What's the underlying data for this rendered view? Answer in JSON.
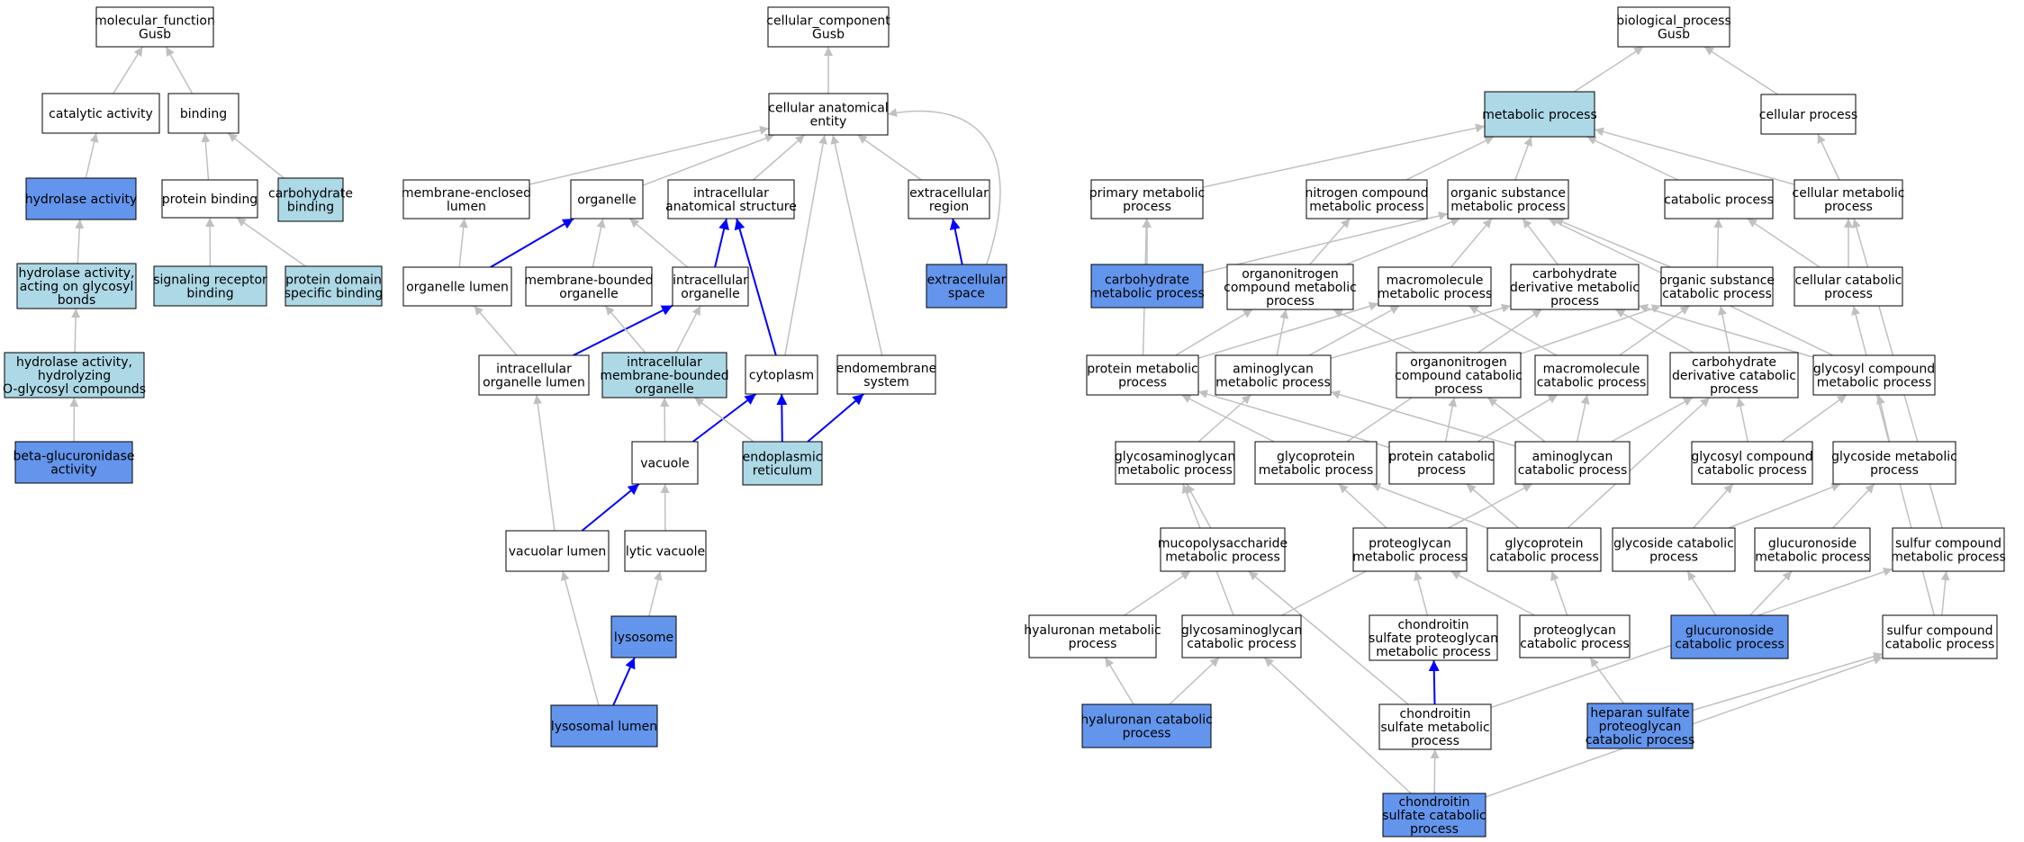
{
  "colors": {
    "edge_gray": "#c0c0c0",
    "edge_blue": "#0000ff",
    "fill_plain": "#ffffff",
    "fill_light": "#add8e6",
    "fill_dark": "#6495ed",
    "stroke": "#000000"
  },
  "nodes": [
    {
      "id": "mf",
      "lines": [
        "molecular_function",
        "Gusb"
      ],
      "fill": "plain"
    },
    {
      "id": "catalytic",
      "lines": [
        "catalytic activity"
      ],
      "fill": "plain"
    },
    {
      "id": "binding",
      "lines": [
        "binding"
      ],
      "fill": "plain"
    },
    {
      "id": "hydrolase",
      "lines": [
        "hydrolase activity"
      ],
      "fill": "dark"
    },
    {
      "id": "protbind",
      "lines": [
        "protein binding"
      ],
      "fill": "plain"
    },
    {
      "id": "carbbind",
      "lines": [
        "carbohydrate",
        "binding"
      ],
      "fill": "light"
    },
    {
      "id": "hydglyc",
      "lines": [
        "hydrolase activity,",
        "acting on glycosyl",
        "bonds"
      ],
      "fill": "light"
    },
    {
      "id": "sigrec",
      "lines": [
        "signaling receptor",
        "binding"
      ],
      "fill": "light"
    },
    {
      "id": "protdom",
      "lines": [
        "protein domain",
        "specific binding"
      ],
      "fill": "light"
    },
    {
      "id": "hydoglyc",
      "lines": [
        "hydrolase activity,",
        "hydrolyzing",
        "O-glycosyl compounds"
      ],
      "fill": "light"
    },
    {
      "id": "betagluc",
      "lines": [
        "beta-glucuronidase",
        "activity"
      ],
      "fill": "dark"
    },
    {
      "id": "cc",
      "lines": [
        "cellular_component",
        "Gusb"
      ],
      "fill": "plain"
    },
    {
      "id": "cae",
      "lines": [
        "cellular anatomical",
        "entity"
      ],
      "fill": "plain"
    },
    {
      "id": "memlumen",
      "lines": [
        "membrane-enclosed",
        "lumen"
      ],
      "fill": "plain"
    },
    {
      "id": "organelle",
      "lines": [
        "organelle"
      ],
      "fill": "plain"
    },
    {
      "id": "intraanat",
      "lines": [
        "intracellular",
        "anatomical structure"
      ],
      "fill": "plain"
    },
    {
      "id": "extreg",
      "lines": [
        "extracellular",
        "region"
      ],
      "fill": "plain"
    },
    {
      "id": "orglumen",
      "lines": [
        "organelle lumen"
      ],
      "fill": "plain"
    },
    {
      "id": "membound",
      "lines": [
        "membrane-bounded",
        "organelle"
      ],
      "fill": "plain"
    },
    {
      "id": "intraorg",
      "lines": [
        "intracellular",
        "organelle"
      ],
      "fill": "plain"
    },
    {
      "id": "extspace",
      "lines": [
        "extracellular",
        "space"
      ],
      "fill": "dark"
    },
    {
      "id": "intraorglumen",
      "lines": [
        "intracellular",
        "organelle lumen"
      ],
      "fill": "plain"
    },
    {
      "id": "intramem",
      "lines": [
        "intracellular",
        "membrane-bounded",
        "organelle"
      ],
      "fill": "light"
    },
    {
      "id": "cytoplasm",
      "lines": [
        "cytoplasm"
      ],
      "fill": "plain"
    },
    {
      "id": "endomem",
      "lines": [
        "endomembrane",
        "system"
      ],
      "fill": "plain"
    },
    {
      "id": "vacuole",
      "lines": [
        "vacuole"
      ],
      "fill": "plain"
    },
    {
      "id": "er",
      "lines": [
        "endoplasmic",
        "reticulum"
      ],
      "fill": "light"
    },
    {
      "id": "vaclumen",
      "lines": [
        "vacuolar lumen"
      ],
      "fill": "plain"
    },
    {
      "id": "lyticvac",
      "lines": [
        "lytic vacuole"
      ],
      "fill": "plain"
    },
    {
      "id": "lysosome",
      "lines": [
        "lysosome"
      ],
      "fill": "dark"
    },
    {
      "id": "lyslumen",
      "lines": [
        "lysosomal lumen"
      ],
      "fill": "dark"
    },
    {
      "id": "bp",
      "lines": [
        "biological_process",
        "Gusb"
      ],
      "fill": "plain"
    },
    {
      "id": "metab",
      "lines": [
        "metabolic process"
      ],
      "fill": "light"
    },
    {
      "id": "cellproc",
      "lines": [
        "cellular process"
      ],
      "fill": "plain"
    },
    {
      "id": "primmet",
      "lines": [
        "primary metabolic",
        "process"
      ],
      "fill": "plain"
    },
    {
      "id": "nitro",
      "lines": [
        "nitrogen compound",
        "metabolic process"
      ],
      "fill": "plain"
    },
    {
      "id": "orgsub",
      "lines": [
        "organic substance",
        "metabolic process"
      ],
      "fill": "plain"
    },
    {
      "id": "catab",
      "lines": [
        "catabolic process"
      ],
      "fill": "plain"
    },
    {
      "id": "cellmet",
      "lines": [
        "cellular metabolic",
        "process"
      ],
      "fill": "plain"
    },
    {
      "id": "carbmet",
      "lines": [
        "carbohydrate",
        "metabolic process"
      ],
      "fill": "dark"
    },
    {
      "id": "organoN",
      "lines": [
        "organonitrogen",
        "compound metabolic",
        "process"
      ],
      "fill": "plain"
    },
    {
      "id": "macromet",
      "lines": [
        "macromolecule",
        "metabolic process"
      ],
      "fill": "plain"
    },
    {
      "id": "carbderiv",
      "lines": [
        "carbohydrate",
        "derivative metabolic",
        "process"
      ],
      "fill": "plain"
    },
    {
      "id": "orgsubcat",
      "lines": [
        "organic substance",
        "catabolic process"
      ],
      "fill": "plain"
    },
    {
      "id": "cellcat",
      "lines": [
        "cellular catabolic",
        "process"
      ],
      "fill": "plain"
    },
    {
      "id": "protmet",
      "lines": [
        "protein metabolic",
        "process"
      ],
      "fill": "plain"
    },
    {
      "id": "aminoglymet",
      "lines": [
        "aminoglycan",
        "metabolic process"
      ],
      "fill": "plain"
    },
    {
      "id": "organoNcat",
      "lines": [
        "organonitrogen",
        "compound catabolic",
        "process"
      ],
      "fill": "plain"
    },
    {
      "id": "macrocat",
      "lines": [
        "macromolecule",
        "catabolic process"
      ],
      "fill": "plain"
    },
    {
      "id": "carbderivcat",
      "lines": [
        "carbohydrate",
        "derivative catabolic",
        "process"
      ],
      "fill": "plain"
    },
    {
      "id": "glycosylmet",
      "lines": [
        "glycosyl compound",
        "metabolic process"
      ],
      "fill": "plain"
    },
    {
      "id": "gagmet",
      "lines": [
        "glycosaminoglycan",
        "metabolic process"
      ],
      "fill": "plain"
    },
    {
      "id": "glycoprotmet",
      "lines": [
        "glycoprotein",
        "metabolic process"
      ],
      "fill": "plain"
    },
    {
      "id": "protcat",
      "lines": [
        "protein catabolic",
        "process"
      ],
      "fill": "plain"
    },
    {
      "id": "aminoglycat",
      "lines": [
        "aminoglycan",
        "catabolic process"
      ],
      "fill": "plain"
    },
    {
      "id": "glycosylcat",
      "lines": [
        "glycosyl compound",
        "catabolic process"
      ],
      "fill": "plain"
    },
    {
      "id": "glycosidemet",
      "lines": [
        "glycoside metabolic",
        "process"
      ],
      "fill": "plain"
    },
    {
      "id": "mucopoly",
      "lines": [
        "mucopolysaccharide",
        "metabolic process"
      ],
      "fill": "plain"
    },
    {
      "id": "pgmet",
      "lines": [
        "proteoglycan",
        "metabolic process"
      ],
      "fill": "plain"
    },
    {
      "id": "glycoprotcat",
      "lines": [
        "glycoprotein",
        "catabolic process"
      ],
      "fill": "plain"
    },
    {
      "id": "glycosidecat",
      "lines": [
        "glycoside catabolic",
        "process"
      ],
      "fill": "plain"
    },
    {
      "id": "glucuronmet",
      "lines": [
        "glucuronoside",
        "metabolic process"
      ],
      "fill": "plain"
    },
    {
      "id": "sulfurmet",
      "lines": [
        "sulfur compound",
        "metabolic process"
      ],
      "fill": "plain"
    },
    {
      "id": "hyamet",
      "lines": [
        "hyaluronan metabolic",
        "process"
      ],
      "fill": "plain"
    },
    {
      "id": "gagcat",
      "lines": [
        "glycosaminoglycan",
        "catabolic process"
      ],
      "fill": "plain"
    },
    {
      "id": "cspgmet",
      "lines": [
        "chondroitin",
        "sulfate proteoglycan",
        "metabolic process"
      ],
      "fill": "plain"
    },
    {
      "id": "pgcat",
      "lines": [
        "proteoglycan",
        "catabolic process"
      ],
      "fill": "plain"
    },
    {
      "id": "glucuroncat",
      "lines": [
        "glucuronoside",
        "catabolic process"
      ],
      "fill": "dark"
    },
    {
      "id": "sulfurcat",
      "lines": [
        "sulfur compound",
        "catabolic process"
      ],
      "fill": "plain"
    },
    {
      "id": "hyacat",
      "lines": [
        "hyaluronan catabolic",
        "process"
      ],
      "fill": "dark"
    },
    {
      "id": "csmet",
      "lines": [
        "chondroitin",
        "sulfate metabolic",
        "process"
      ],
      "fill": "plain"
    },
    {
      "id": "hspgcat",
      "lines": [
        "heparan sulfate",
        "proteoglycan",
        "catabolic process"
      ],
      "fill": "dark"
    },
    {
      "id": "cscat",
      "lines": [
        "chondroitin",
        "sulfate catabolic",
        "process"
      ],
      "fill": "dark"
    }
  ],
  "edges": [
    {
      "from": "catalytic",
      "to": "mf",
      "color": "gray"
    },
    {
      "from": "binding",
      "to": "mf",
      "color": "gray"
    },
    {
      "from": "hydrolase",
      "to": "catalytic",
      "color": "gray"
    },
    {
      "from": "protbind",
      "to": "binding",
      "color": "gray"
    },
    {
      "from": "carbbind",
      "to": "binding",
      "color": "gray"
    },
    {
      "from": "hydglyc",
      "to": "hydrolase",
      "color": "gray"
    },
    {
      "from": "sigrec",
      "to": "protbind",
      "color": "gray"
    },
    {
      "from": "protdom",
      "to": "protbind",
      "color": "gray"
    },
    {
      "from": "hydoglyc",
      "to": "hydglyc",
      "color": "gray"
    },
    {
      "from": "betagluc",
      "to": "hydoglyc",
      "color": "gray"
    },
    {
      "from": "cae",
      "to": "cc",
      "color": "gray"
    },
    {
      "from": "memlumen",
      "to": "cae",
      "color": "gray"
    },
    {
      "from": "organelle",
      "to": "cae",
      "color": "gray"
    },
    {
      "from": "intraanat",
      "to": "cae",
      "color": "gray"
    },
    {
      "from": "extreg",
      "to": "cae",
      "color": "gray"
    },
    {
      "from": "cytoplasm",
      "to": "cae",
      "color": "gray"
    },
    {
      "from": "endomem",
      "to": "cae",
      "color": "gray"
    },
    {
      "from": "extspace",
      "to": "cae",
      "color": "gray",
      "curve": true
    },
    {
      "from": "orglumen",
      "to": "memlumen",
      "color": "gray"
    },
    {
      "from": "orglumen",
      "to": "organelle",
      "color": "blue"
    },
    {
      "from": "membound",
      "to": "organelle",
      "color": "gray"
    },
    {
      "from": "intraorg",
      "to": "organelle",
      "color": "gray"
    },
    {
      "from": "intraorg",
      "to": "intraanat",
      "color": "blue"
    },
    {
      "from": "cytoplasm",
      "to": "intraanat",
      "color": "blue"
    },
    {
      "from": "extspace",
      "to": "extreg",
      "color": "blue"
    },
    {
      "from": "intraorglumen",
      "to": "orglumen",
      "color": "gray"
    },
    {
      "from": "intraorglumen",
      "to": "intraorg",
      "color": "blue"
    },
    {
      "from": "intramem",
      "to": "membound",
      "color": "gray"
    },
    {
      "from": "intramem",
      "to": "intraorg",
      "color": "gray"
    },
    {
      "from": "vacuole",
      "to": "intramem",
      "color": "gray"
    },
    {
      "from": "vacuole",
      "to": "cytoplasm",
      "color": "blue"
    },
    {
      "from": "er",
      "to": "intramem",
      "color": "gray"
    },
    {
      "from": "er",
      "to": "cytoplasm",
      "color": "blue"
    },
    {
      "from": "er",
      "to": "endomem",
      "color": "blue"
    },
    {
      "from": "vaclumen",
      "to": "intraorglumen",
      "color": "gray"
    },
    {
      "from": "vaclumen",
      "to": "vacuole",
      "color": "blue"
    },
    {
      "from": "lyticvac",
      "to": "vacuole",
      "color": "gray"
    },
    {
      "from": "lysosome",
      "to": "lyticvac",
      "color": "gray"
    },
    {
      "from": "lyslumen",
      "to": "vaclumen",
      "color": "gray"
    },
    {
      "from": "lyslumen",
      "to": "lysosome",
      "color": "blue"
    },
    {
      "from": "metab",
      "to": "bp",
      "color": "gray"
    },
    {
      "from": "cellproc",
      "to": "bp",
      "color": "gray"
    },
    {
      "from": "primmet",
      "to": "metab",
      "color": "gray"
    },
    {
      "from": "nitro",
      "to": "metab",
      "color": "gray"
    },
    {
      "from": "orgsub",
      "to": "metab",
      "color": "gray"
    },
    {
      "from": "catab",
      "to": "metab",
      "color": "gray"
    },
    {
      "from": "cellmet",
      "to": "metab",
      "color": "gray"
    },
    {
      "from": "cellmet",
      "to": "cellproc",
      "color": "gray"
    },
    {
      "from": "carbmet",
      "to": "primmet",
      "color": "gray"
    },
    {
      "from": "carbmet",
      "to": "orgsub",
      "color": "gray"
    },
    {
      "from": "organoN",
      "to": "nitro",
      "color": "gray"
    },
    {
      "from": "organoN",
      "to": "orgsub",
      "color": "gray"
    },
    {
      "from": "macromet",
      "to": "orgsub",
      "color": "gray"
    },
    {
      "from": "carbderiv",
      "to": "orgsub",
      "color": "gray"
    },
    {
      "from": "orgsubcat",
      "to": "orgsub",
      "color": "gray"
    },
    {
      "from": "orgsubcat",
      "to": "catab",
      "color": "gray"
    },
    {
      "from": "cellcat",
      "to": "catab",
      "color": "gray"
    },
    {
      "from": "cellcat",
      "to": "cellmet",
      "color": "gray"
    },
    {
      "from": "protmet",
      "to": "primmet",
      "color": "gray"
    },
    {
      "from": "protmet",
      "to": "organoN",
      "color": "gray"
    },
    {
      "from": "protmet",
      "to": "macromet",
      "color": "gray"
    },
    {
      "from": "aminoglymet",
      "to": "organoN",
      "color": "gray"
    },
    {
      "from": "aminoglymet",
      "to": "macromet",
      "color": "gray"
    },
    {
      "from": "aminoglymet",
      "to": "carbderiv",
      "color": "gray"
    },
    {
      "from": "organoNcat",
      "to": "organoN",
      "color": "gray"
    },
    {
      "from": "organoNcat",
      "to": "orgsubcat",
      "color": "gray"
    },
    {
      "from": "macrocat",
      "to": "macromet",
      "color": "gray"
    },
    {
      "from": "macrocat",
      "to": "orgsubcat",
      "color": "gray"
    },
    {
      "from": "carbderivcat",
      "to": "carbderiv",
      "color": "gray"
    },
    {
      "from": "carbderivcat",
      "to": "orgsubcat",
      "color": "gray"
    },
    {
      "from": "glycosylmet",
      "to": "orgsub",
      "color": "gray"
    },
    {
      "from": "glycosylmet",
      "to": "carbderiv",
      "color": "gray"
    },
    {
      "from": "gagmet",
      "to": "aminoglymet",
      "color": "gray"
    },
    {
      "from": "glycoprotmet",
      "to": "protmet",
      "color": "gray"
    },
    {
      "from": "glycoprotmet",
      "to": "carbderiv",
      "color": "gray"
    },
    {
      "from": "protcat",
      "to": "organoNcat",
      "color": "gray"
    },
    {
      "from": "protcat",
      "to": "macrocat",
      "color": "gray"
    },
    {
      "from": "protcat",
      "to": "protmet",
      "color": "gray"
    },
    {
      "from": "aminoglycat",
      "to": "aminoglymet",
      "color": "gray"
    },
    {
      "from": "aminoglycat",
      "to": "macrocat",
      "color": "gray"
    },
    {
      "from": "aminoglycat",
      "to": "carbderivcat",
      "color": "gray"
    },
    {
      "from": "aminoglycat",
      "to": "organoNcat",
      "color": "gray"
    },
    {
      "from": "glycosylcat",
      "to": "glycosylmet",
      "color": "gray"
    },
    {
      "from": "glycosylcat",
      "to": "carbderivcat",
      "color": "gray"
    },
    {
      "from": "glycosidemet",
      "to": "glycosylmet",
      "color": "gray"
    },
    {
      "from": "mucopoly",
      "to": "gagmet",
      "color": "gray"
    },
    {
      "from": "pgmet",
      "to": "glycoprotmet",
      "color": "gray"
    },
    {
      "from": "glycoprotcat",
      "to": "glycoprotmet",
      "color": "gray"
    },
    {
      "from": "glycoprotcat",
      "to": "protcat",
      "color": "gray"
    },
    {
      "from": "glycoprotcat",
      "to": "carbderivcat",
      "color": "gray"
    },
    {
      "from": "glycosidecat",
      "to": "glycosidemet",
      "color": "gray"
    },
    {
      "from": "glycosidecat",
      "to": "glycosylcat",
      "color": "gray"
    },
    {
      "from": "glucuronmet",
      "to": "glycosidemet",
      "color": "gray"
    },
    {
      "from": "sulfurmet",
      "to": "cellmet",
      "color": "gray"
    },
    {
      "from": "hyamet",
      "to": "mucopoly",
      "color": "gray"
    },
    {
      "from": "gagcat",
      "to": "gagmet",
      "color": "gray"
    },
    {
      "from": "gagcat",
      "to": "aminoglycat",
      "color": "gray"
    },
    {
      "from": "cspgmet",
      "to": "pgmet",
      "color": "gray"
    },
    {
      "from": "pgcat",
      "to": "pgmet",
      "color": "gray"
    },
    {
      "from": "pgcat",
      "to": "glycoprotcat",
      "color": "gray"
    },
    {
      "from": "glucuroncat",
      "to": "glucuronmet",
      "color": "gray"
    },
    {
      "from": "glucuroncat",
      "to": "glycosidecat",
      "color": "gray"
    },
    {
      "from": "sulfurcat",
      "to": "sulfurmet",
      "color": "gray"
    },
    {
      "from": "sulfurcat",
      "to": "cellcat",
      "color": "gray"
    },
    {
      "from": "hyacat",
      "to": "hyamet",
      "color": "gray"
    },
    {
      "from": "hyacat",
      "to": "gagcat",
      "color": "gray"
    },
    {
      "from": "csmet",
      "to": "mucopoly",
      "color": "gray"
    },
    {
      "from": "csmet",
      "to": "cspgmet",
      "color": "blue"
    },
    {
      "from": "csmet",
      "to": "sulfurmet",
      "color": "gray"
    },
    {
      "from": "hspgcat",
      "to": "pgcat",
      "color": "gray"
    },
    {
      "from": "hspgcat",
      "to": "sulfurcat",
      "color": "gray"
    },
    {
      "from": "cscat",
      "to": "csmet",
      "color": "gray"
    },
    {
      "from": "cscat",
      "to": "gagcat",
      "color": "gray"
    },
    {
      "from": "cscat",
      "to": "sulfurcat",
      "color": "gray"
    }
  ]
}
